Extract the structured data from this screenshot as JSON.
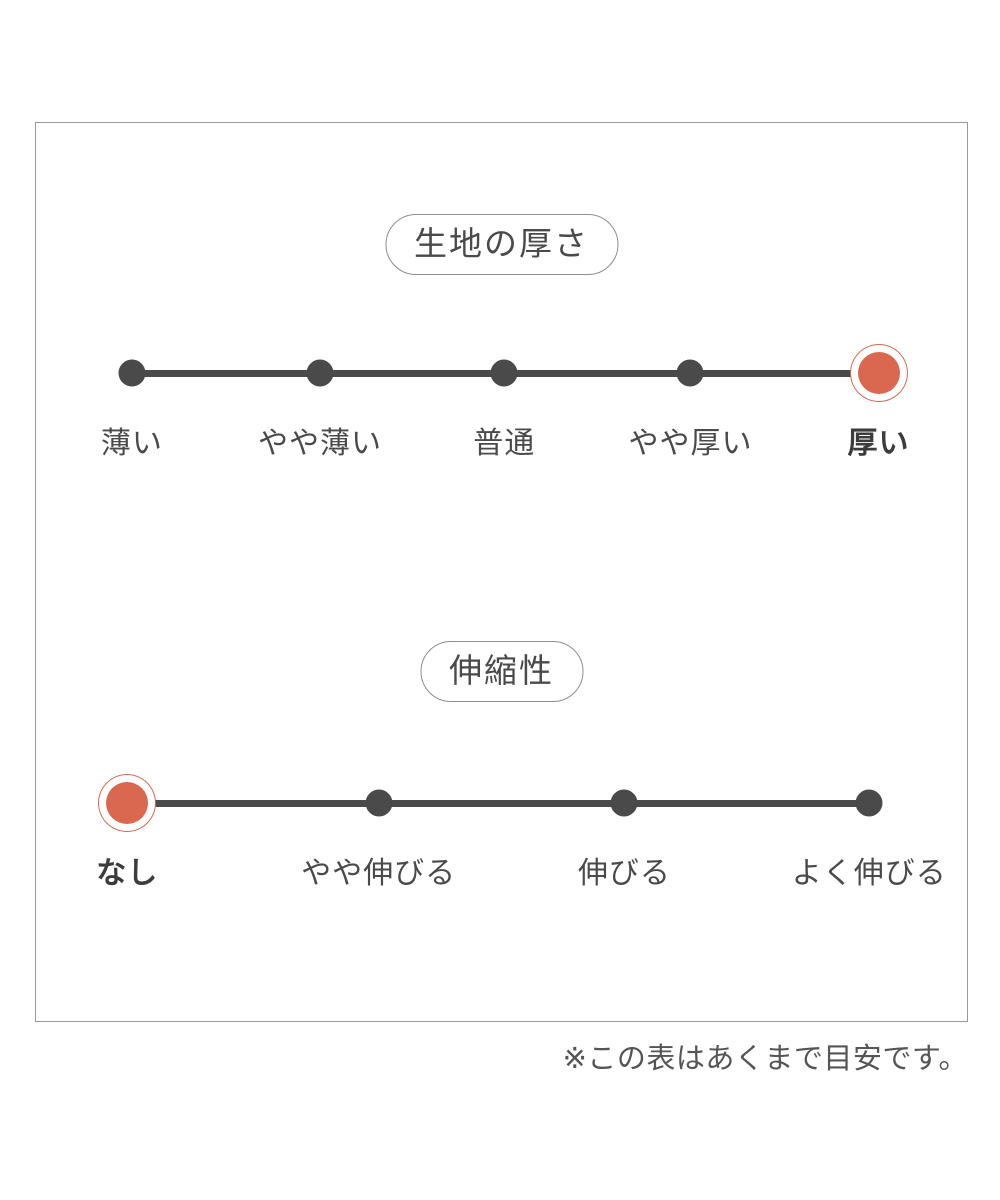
{
  "chart_data": {
    "type": "table",
    "title": "",
    "scales": [
      {
        "id": "fabric-thickness",
        "badge_label": "生地の厚さ",
        "selected_index": 4,
        "categories": [
          "薄い",
          "やや薄い",
          "普通",
          "やや厚い",
          "厚い"
        ],
        "positions_pct": [
          10.3,
          30.5,
          50.3,
          70.3,
          90.5
        ],
        "values": [
          0,
          0,
          0,
          0,
          1
        ]
      },
      {
        "id": "stretchiness",
        "badge_label": "伸縮性",
        "selected_index": 0,
        "categories": [
          "なし",
          "やや伸びる",
          "伸びる",
          "よく伸びる"
        ],
        "positions_pct": [
          9.8,
          36.8,
          63.2,
          89.5
        ],
        "values": [
          1,
          0,
          0,
          0
        ]
      }
    ],
    "colors": {
      "selected": "#d9684f",
      "track": "#4a4a4a",
      "text": "#4a4a4a",
      "frame": "#9a9a9a",
      "background": "#ffffff"
    },
    "legend_position": "none",
    "grid": false
  },
  "footnote": "※この表はあくまで目安です。"
}
